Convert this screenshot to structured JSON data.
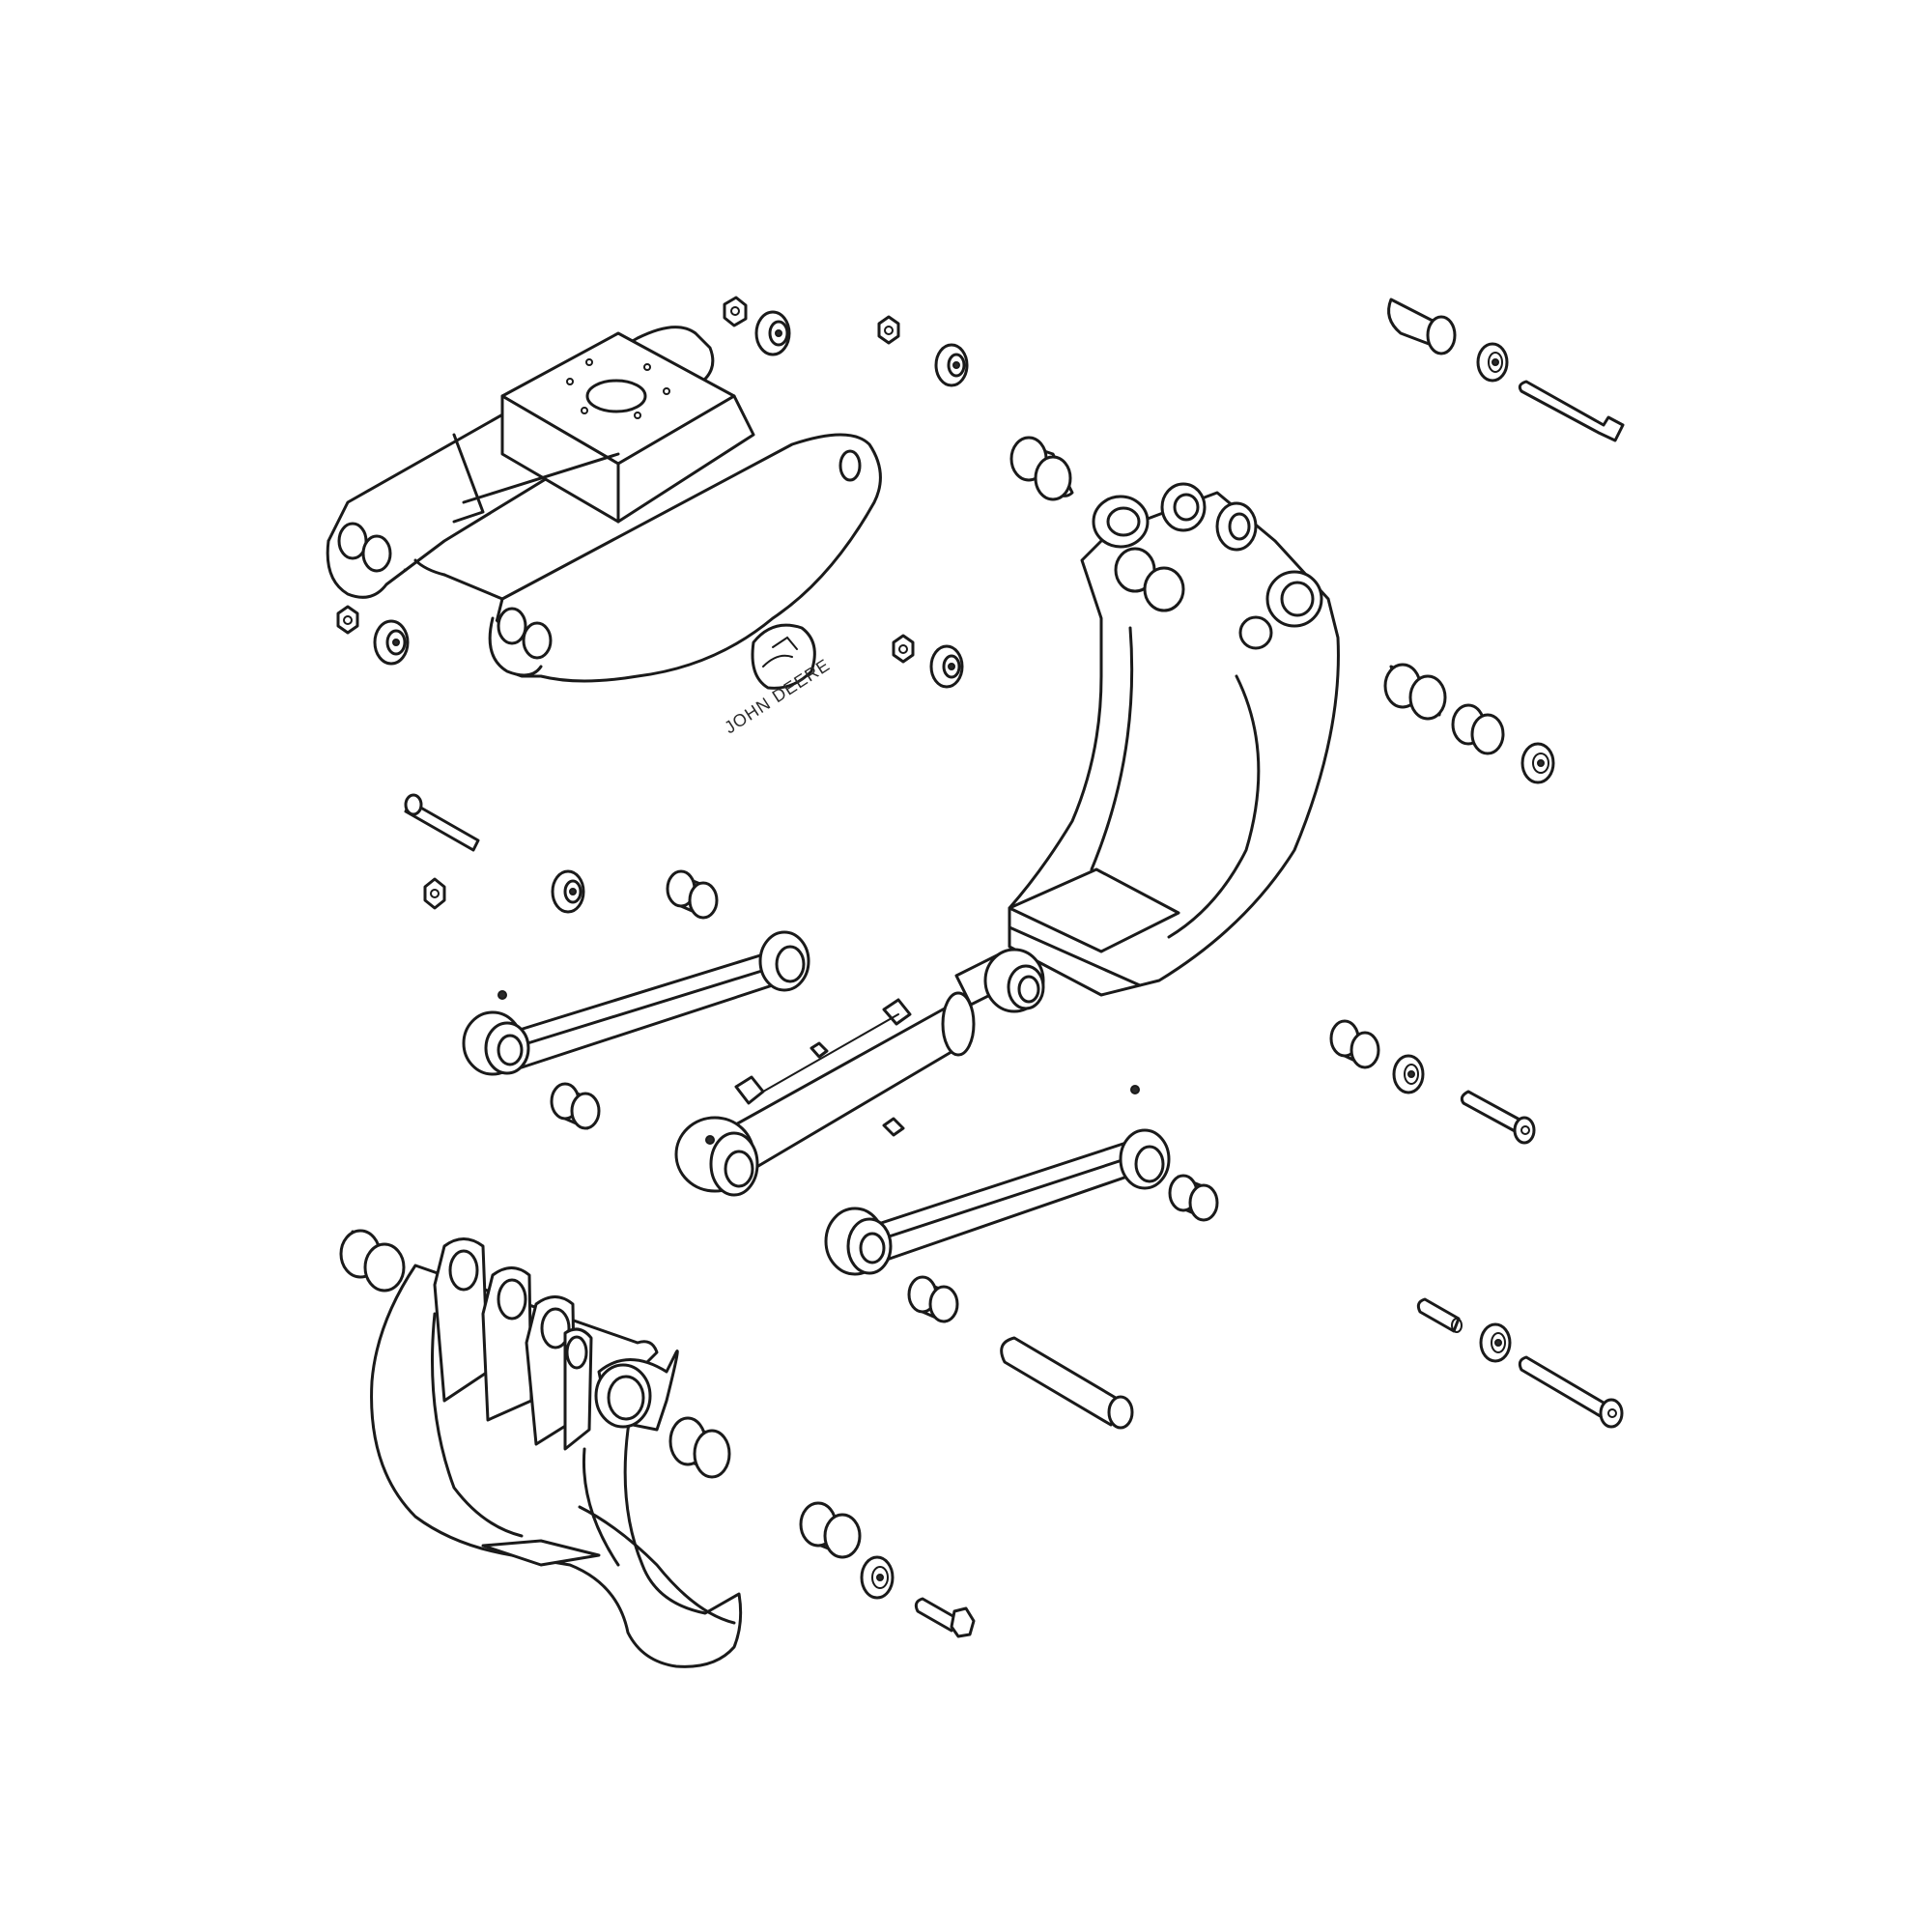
{
  "diagram": {
    "type": "exploded-parts-diagram",
    "subject": "Grapple assembly",
    "background": "#ffffff",
    "line_color": "#1a1a1a"
  },
  "frame": {
    "label": "Main mounting frame",
    "logo": {
      "brand_text": "JOHN DEERE",
      "emblem": "leaping-deer-icon"
    }
  },
  "parts": {
    "frame": "Main frame",
    "right_grapple_arm": "Right grapple arm (single tine)",
    "left_grapple_arm": "Left grapple arm (double tine)",
    "hydraulic_cylinder": "Hydraulic cylinder",
    "upper_link": "Upper link arm",
    "lower_link": "Lower link arm",
    "long_pin": "Long pivot pin",
    "hardware": [
      {
        "name": "Hex nut",
        "pos": "frame top-left"
      },
      {
        "name": "Flanged bushing",
        "pos": "frame top-left"
      },
      {
        "name": "Hex nut",
        "pos": "frame top-right"
      },
      {
        "name": "Flanged bushing",
        "pos": "frame top-right"
      },
      {
        "name": "Hex nut",
        "pos": "frame bottom-left"
      },
      {
        "name": "Flanged bushing",
        "pos": "frame bottom-left"
      },
      {
        "name": "Hex nut",
        "pos": "frame bottom-right"
      },
      {
        "name": "Flanged bushing",
        "pos": "frame bottom-right"
      },
      {
        "name": "Bushing",
        "pos": "top-right"
      },
      {
        "name": "Washer",
        "pos": "top-right"
      },
      {
        "name": "Long bolt",
        "pos": "top-right"
      },
      {
        "name": "Bushing",
        "pos": "right arm"
      },
      {
        "name": "Bushing",
        "pos": "right arm"
      },
      {
        "name": "Small bushing",
        "pos": "right arm"
      },
      {
        "name": "Washer",
        "pos": "right arm"
      },
      {
        "name": "Cap screw",
        "pos": "left middle"
      },
      {
        "name": "Hex nut",
        "pos": "left middle"
      },
      {
        "name": "Flanged bushing",
        "pos": "left middle"
      },
      {
        "name": "Bushing",
        "pos": "left middle"
      },
      {
        "name": "Bushing",
        "pos": "upper link"
      },
      {
        "name": "Grease fitting",
        "pos": "cylinder"
      },
      {
        "name": "Grease fitting",
        "pos": "cylinder"
      },
      {
        "name": "Bushing",
        "pos": "right middle"
      },
      {
        "name": "Washer",
        "pos": "right middle"
      },
      {
        "name": "Cap screw",
        "pos": "right middle"
      },
      {
        "name": "Bushing",
        "pos": "lower link"
      },
      {
        "name": "Bushing",
        "pos": "lower link"
      },
      {
        "name": "Short pin",
        "pos": "bottom-right"
      },
      {
        "name": "Washer",
        "pos": "bottom-right"
      },
      {
        "name": "Long bolt",
        "pos": "bottom-right"
      },
      {
        "name": "Bushing",
        "pos": "left arm"
      },
      {
        "name": "Bushing",
        "pos": "left arm"
      },
      {
        "name": "Bushing",
        "pos": "bottom"
      },
      {
        "name": "Washer",
        "pos": "bottom"
      },
      {
        "name": "Cap screw",
        "pos": "bottom"
      }
    ]
  }
}
